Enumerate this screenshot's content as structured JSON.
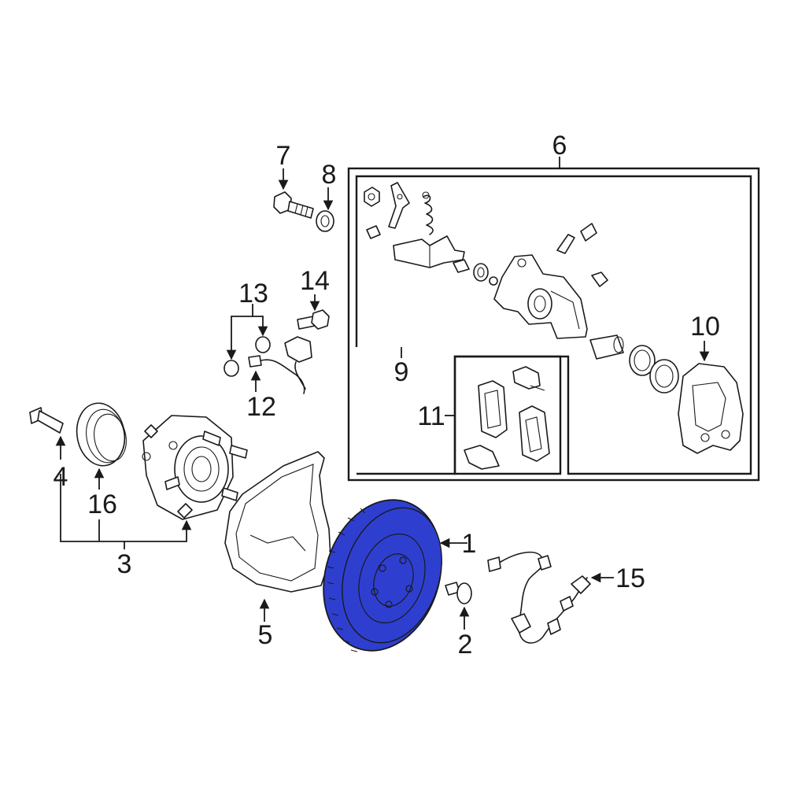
{
  "highlight_color": "#2e3fd0",
  "line_color": "#1a1a1a",
  "callouts": {
    "c1": "1",
    "c2": "2",
    "c3": "3",
    "c4": "4",
    "c5": "5",
    "c6": "6",
    "c7": "7",
    "c8": "8",
    "c9": "9",
    "c10": "10",
    "c11": "11",
    "c12": "12",
    "c13": "13",
    "c14": "14",
    "c15": "15",
    "c16": "16"
  }
}
